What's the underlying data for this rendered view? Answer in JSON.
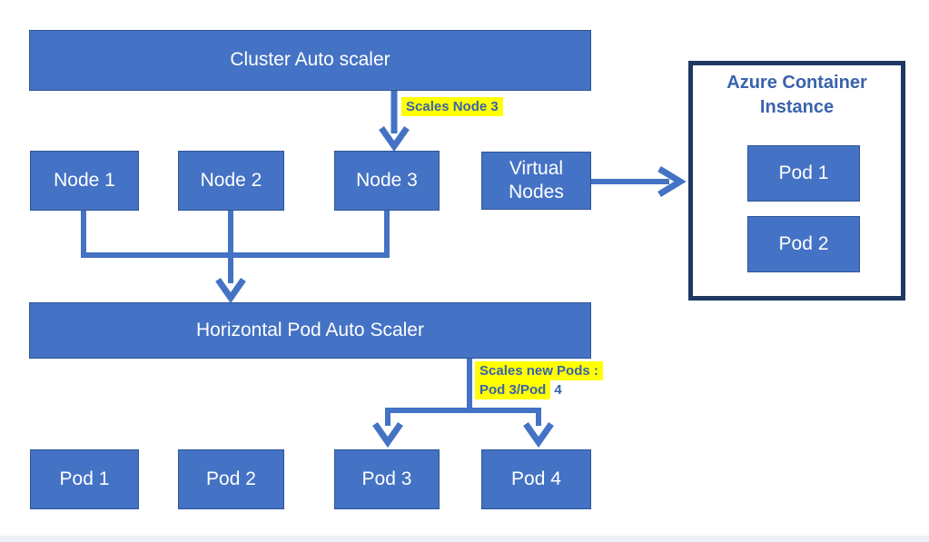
{
  "colors": {
    "box_fill": "#4472C4",
    "box_border": "#2E5597",
    "connector": "#4472C4",
    "azure_border": "#1F3864",
    "blue_text": "#3A62AD",
    "highlight": "#FFFF00",
    "white_text": "#FFFFFF",
    "footer_strip": "#EBF1F7"
  },
  "boxes": {
    "cluster_autoscaler": "Cluster Auto scaler",
    "node1": "Node 1",
    "node2": "Node 2",
    "node3": "Node 3",
    "virtual_nodes": "Virtual Nodes",
    "hpa": "Horizontal Pod Auto Scaler",
    "pod1": "Pod 1",
    "pod2": "Pod 2",
    "pod3": "Pod 3",
    "pod4": "Pod 4"
  },
  "azure": {
    "title": "Azure Container Instance",
    "pod1": "Pod 1",
    "pod2": "Pod 2"
  },
  "annotations": {
    "scales_node3": "Scales Node 3",
    "scales_new_pods_line1": "Scales new Pods :",
    "scales_new_pods_line2_highlight": "Pod 3/Pod",
    "scales_new_pods_line2_plain": "4"
  }
}
